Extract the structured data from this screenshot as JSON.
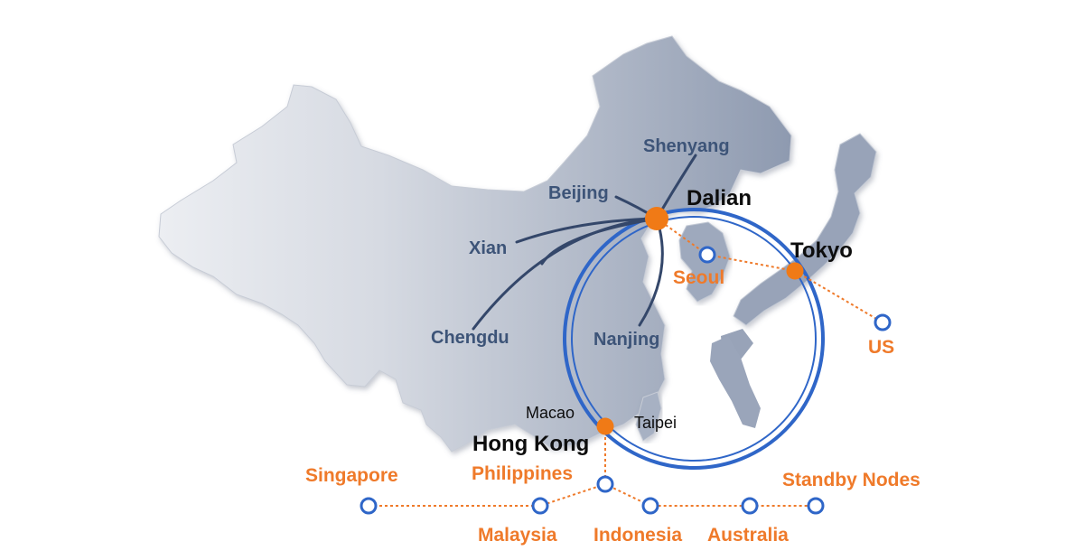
{
  "map": {
    "hubs": [
      "Dalian",
      "Tokyo",
      "Hong Kong"
    ],
    "mainland_cities": [
      "Shenyang",
      "Beijing",
      "Xian",
      "Chengdu",
      "Nanjing"
    ],
    "local_labels": [
      "Macao",
      "Taipei"
    ],
    "overseas_nodes": [
      "Seoul",
      "US"
    ],
    "standby_title": "Standby Nodes",
    "standby_nodes": [
      "Singapore",
      "Philippines",
      "Malaysia",
      "Indonesia",
      "Australia"
    ]
  },
  "colors": {
    "land": "#b4bccb",
    "land_highlight": "#e9ecf1",
    "route_line": "#34476a",
    "ring": "#2f66c8",
    "hub": "#f07a16",
    "node_outline": "#2f66c8",
    "accent_text": "#ef7a2a"
  }
}
